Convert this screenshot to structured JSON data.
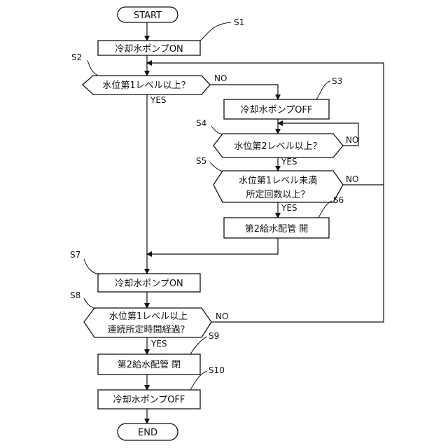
{
  "flowchart": {
    "start": "START",
    "end": "END",
    "s1": {
      "step": "S1",
      "text": "冷却水ポンプON"
    },
    "s2": {
      "step": "S2",
      "text": "水位第1レベル以上？",
      "yes": "YES",
      "no": "NO"
    },
    "s3": {
      "step": "S3",
      "text": "冷却水ポンプOFF"
    },
    "s4": {
      "step": "S4",
      "text": "水位第2レベル以上？",
      "yes": "YES",
      "no": "NO"
    },
    "s5": {
      "step": "S5",
      "line1": "水位第1レベル未満",
      "line2": "所定回数以上？",
      "yes": "YES",
      "no": "NO"
    },
    "s6": {
      "step": "S6",
      "text": "第2給水配管 開"
    },
    "s7": {
      "step": "S7",
      "text": "冷却水ポンプON"
    },
    "s8": {
      "step": "S8",
      "line1": "水位第1レベル以上",
      "line2": "連続所定時間経過？",
      "yes": "YES",
      "no": "NO"
    },
    "s9": {
      "step": "S9",
      "text": "第2給水配管 閉"
    },
    "s10": {
      "step": "S10",
      "text": "冷却水ポンプOFF"
    }
  }
}
